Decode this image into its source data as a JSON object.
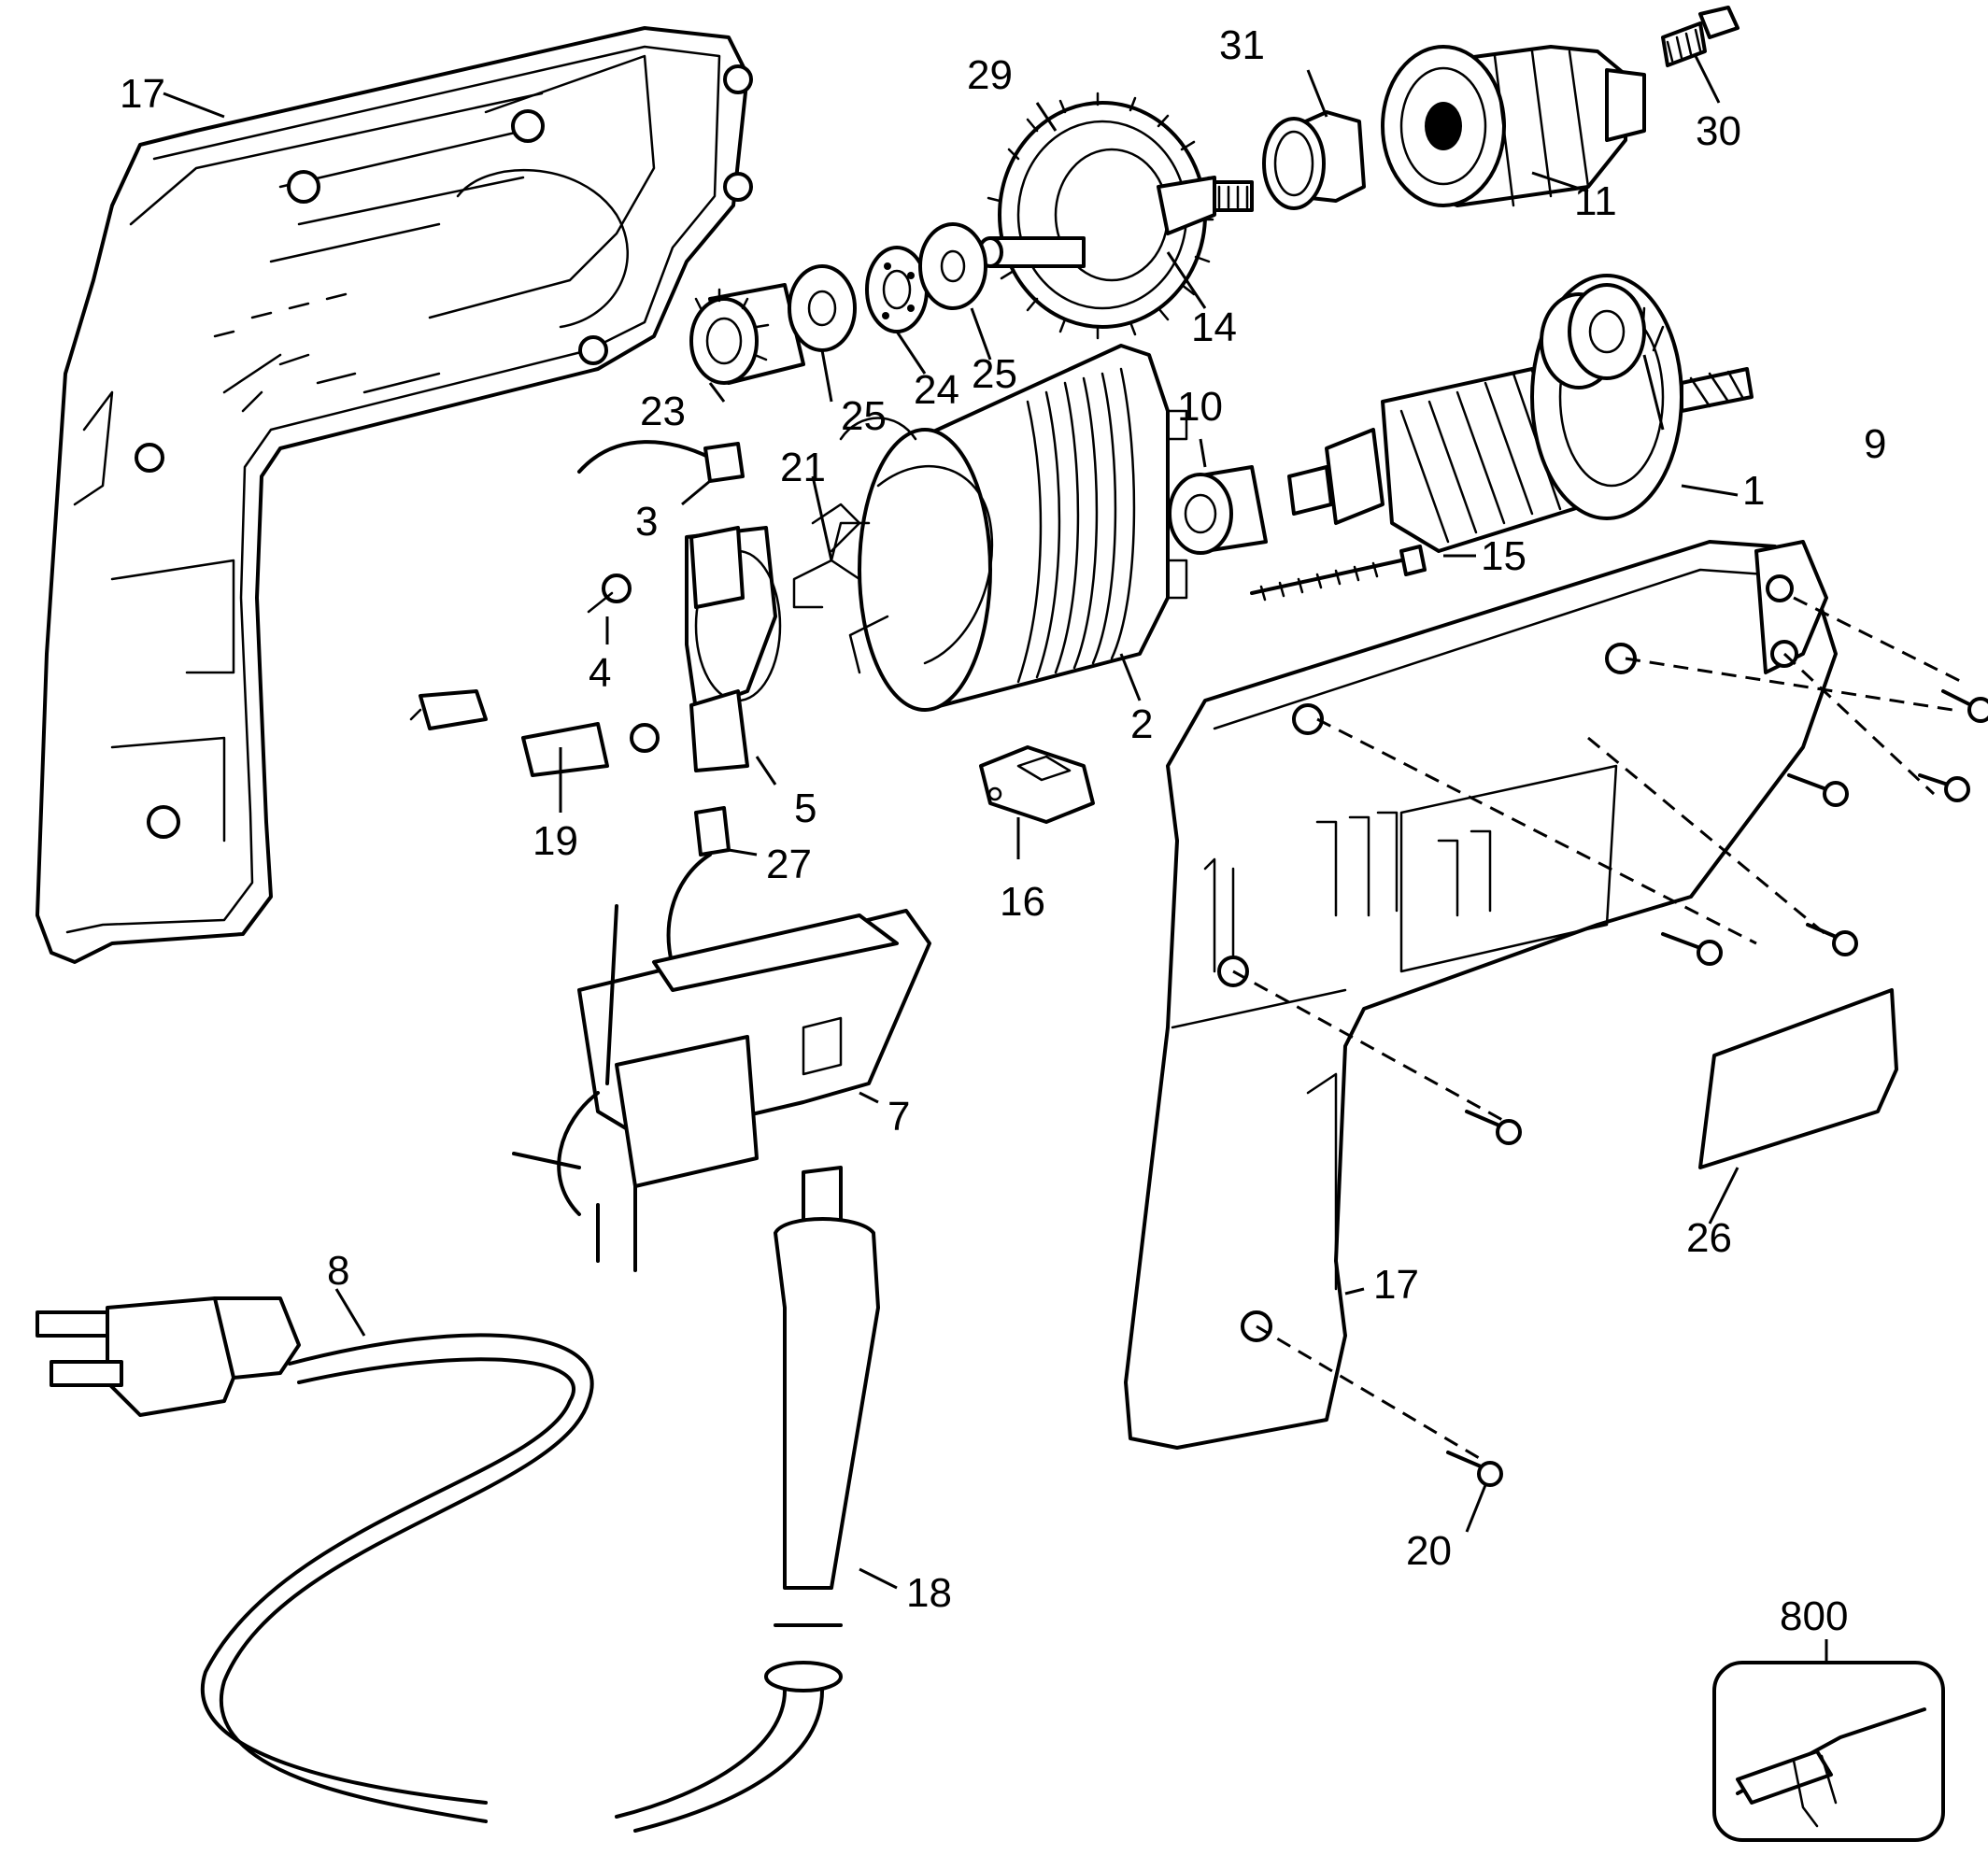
{
  "diagram": {
    "part_labels": [
      {
        "id": "17a",
        "text": "17"
      },
      {
        "id": "31",
        "text": "31"
      },
      {
        "id": "29",
        "text": "29"
      },
      {
        "id": "30",
        "text": "30"
      },
      {
        "id": "11",
        "text": "11"
      },
      {
        "id": "14",
        "text": "14"
      },
      {
        "id": "25a",
        "text": "25"
      },
      {
        "id": "25b",
        "text": "25"
      },
      {
        "id": "24",
        "text": "24"
      },
      {
        "id": "23",
        "text": "23"
      },
      {
        "id": "10",
        "text": "10"
      },
      {
        "id": "9",
        "text": "9"
      },
      {
        "id": "1",
        "text": "1"
      },
      {
        "id": "3",
        "text": "3"
      },
      {
        "id": "21",
        "text": "21"
      },
      {
        "id": "15",
        "text": "15"
      },
      {
        "id": "4",
        "text": "4"
      },
      {
        "id": "2",
        "text": "2"
      },
      {
        "id": "5",
        "text": "5"
      },
      {
        "id": "19",
        "text": "19"
      },
      {
        "id": "16",
        "text": "16"
      },
      {
        "id": "27",
        "text": "27"
      },
      {
        "id": "7",
        "text": "7"
      },
      {
        "id": "8",
        "text": "8"
      },
      {
        "id": "26",
        "text": "26"
      },
      {
        "id": "17b",
        "text": "17"
      },
      {
        "id": "20",
        "text": "20"
      },
      {
        "id": "18",
        "text": "18"
      },
      {
        "id": "800",
        "text": "800"
      }
    ]
  }
}
